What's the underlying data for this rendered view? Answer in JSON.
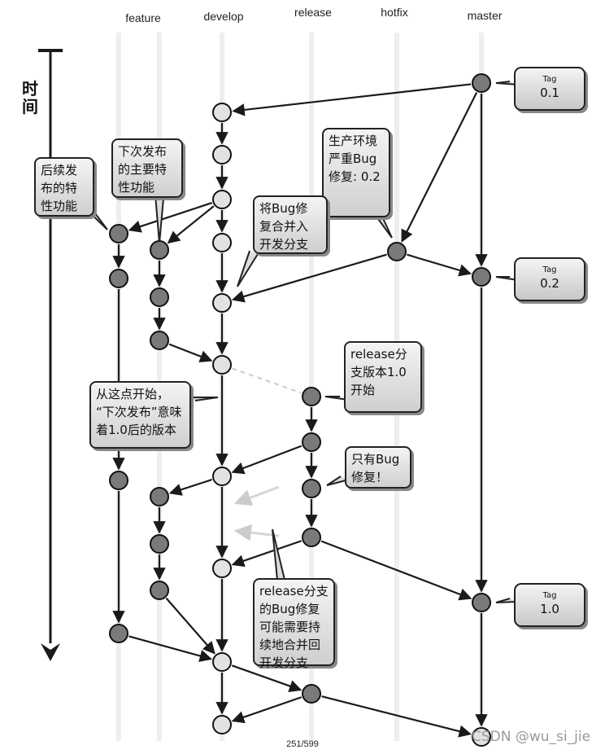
{
  "lanes": {
    "feature": "feature",
    "develop": "develop",
    "release": "release",
    "hotfix": "hotfix",
    "master": "master"
  },
  "time_label": "时间",
  "callouts": {
    "follow_up": "后续发\n布的特\n性功能",
    "next_release": "下次发布\n的主要特\n性功能",
    "prod_bug": "生产环境\n严重Bug\n修复: 0.2",
    "merge_bug": "将Bug修\n复合并入\n开发分支",
    "release_start": "release分\n支版本1.0\n开始",
    "from_here": "从这点开始，\n“下次发布”意味\n着1.0后的版本",
    "only_bugfix": "只有Bug\n修复！",
    "release_merge": "release分支\n的Bug修复\n可能需要持\n续地合并回\n开发分支"
  },
  "tags": [
    {
      "label": "Tag",
      "version": "0.1"
    },
    {
      "label": "Tag",
      "version": "0.2"
    },
    {
      "label": "Tag",
      "version": "1.0"
    }
  ],
  "page_number": "251/599",
  "watermark": "CSDN @wu_si_jie",
  "colors": {
    "dark_node": "#7a7a7a",
    "light_node": "#e2e2e2",
    "line": "#1a1a1a",
    "lane_guide": "#eeeeee"
  }
}
